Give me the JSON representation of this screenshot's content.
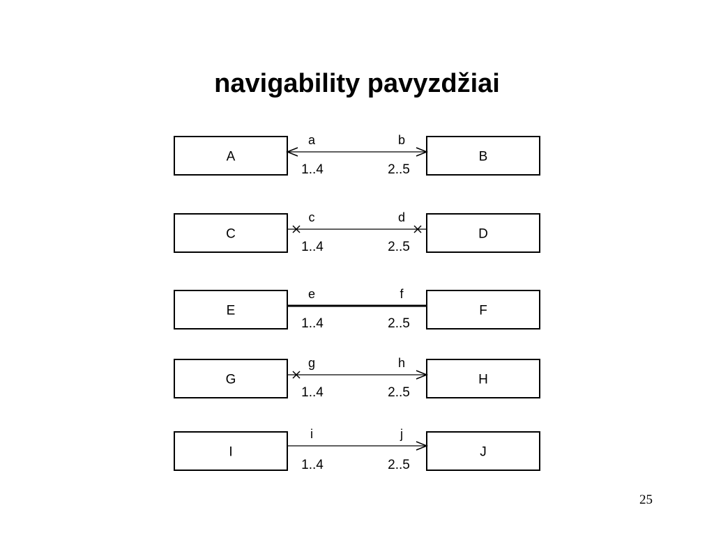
{
  "slide": {
    "title": "navigability pavyzdžiai",
    "page_number": "25"
  },
  "associations": [
    {
      "left": {
        "name": "A",
        "role": "a",
        "multiplicity": "1..4",
        "end": "arrow"
      },
      "right": {
        "name": "B",
        "role": "b",
        "multiplicity": "2..5",
        "end": "arrow"
      },
      "line": "thin"
    },
    {
      "left": {
        "name": "C",
        "role": "c",
        "multiplicity": "1..4",
        "end": "cross"
      },
      "right": {
        "name": "D",
        "role": "d",
        "multiplicity": "2..5",
        "end": "cross"
      },
      "line": "thin"
    },
    {
      "left": {
        "name": "E",
        "role": "e",
        "multiplicity": "1..4",
        "end": "none"
      },
      "right": {
        "name": "F",
        "role": "f",
        "multiplicity": "2..5",
        "end": "none"
      },
      "line": "thick"
    },
    {
      "left": {
        "name": "G",
        "role": "g",
        "multiplicity": "1..4",
        "end": "cross"
      },
      "right": {
        "name": "H",
        "role": "h",
        "multiplicity": "2..5",
        "end": "arrow"
      },
      "line": "thin"
    },
    {
      "left": {
        "name": "I",
        "role": "i",
        "multiplicity": "1..4",
        "end": "none"
      },
      "right": {
        "name": "J",
        "role": "j",
        "multiplicity": "2..5",
        "end": "arrow"
      },
      "line": "thin"
    }
  ]
}
